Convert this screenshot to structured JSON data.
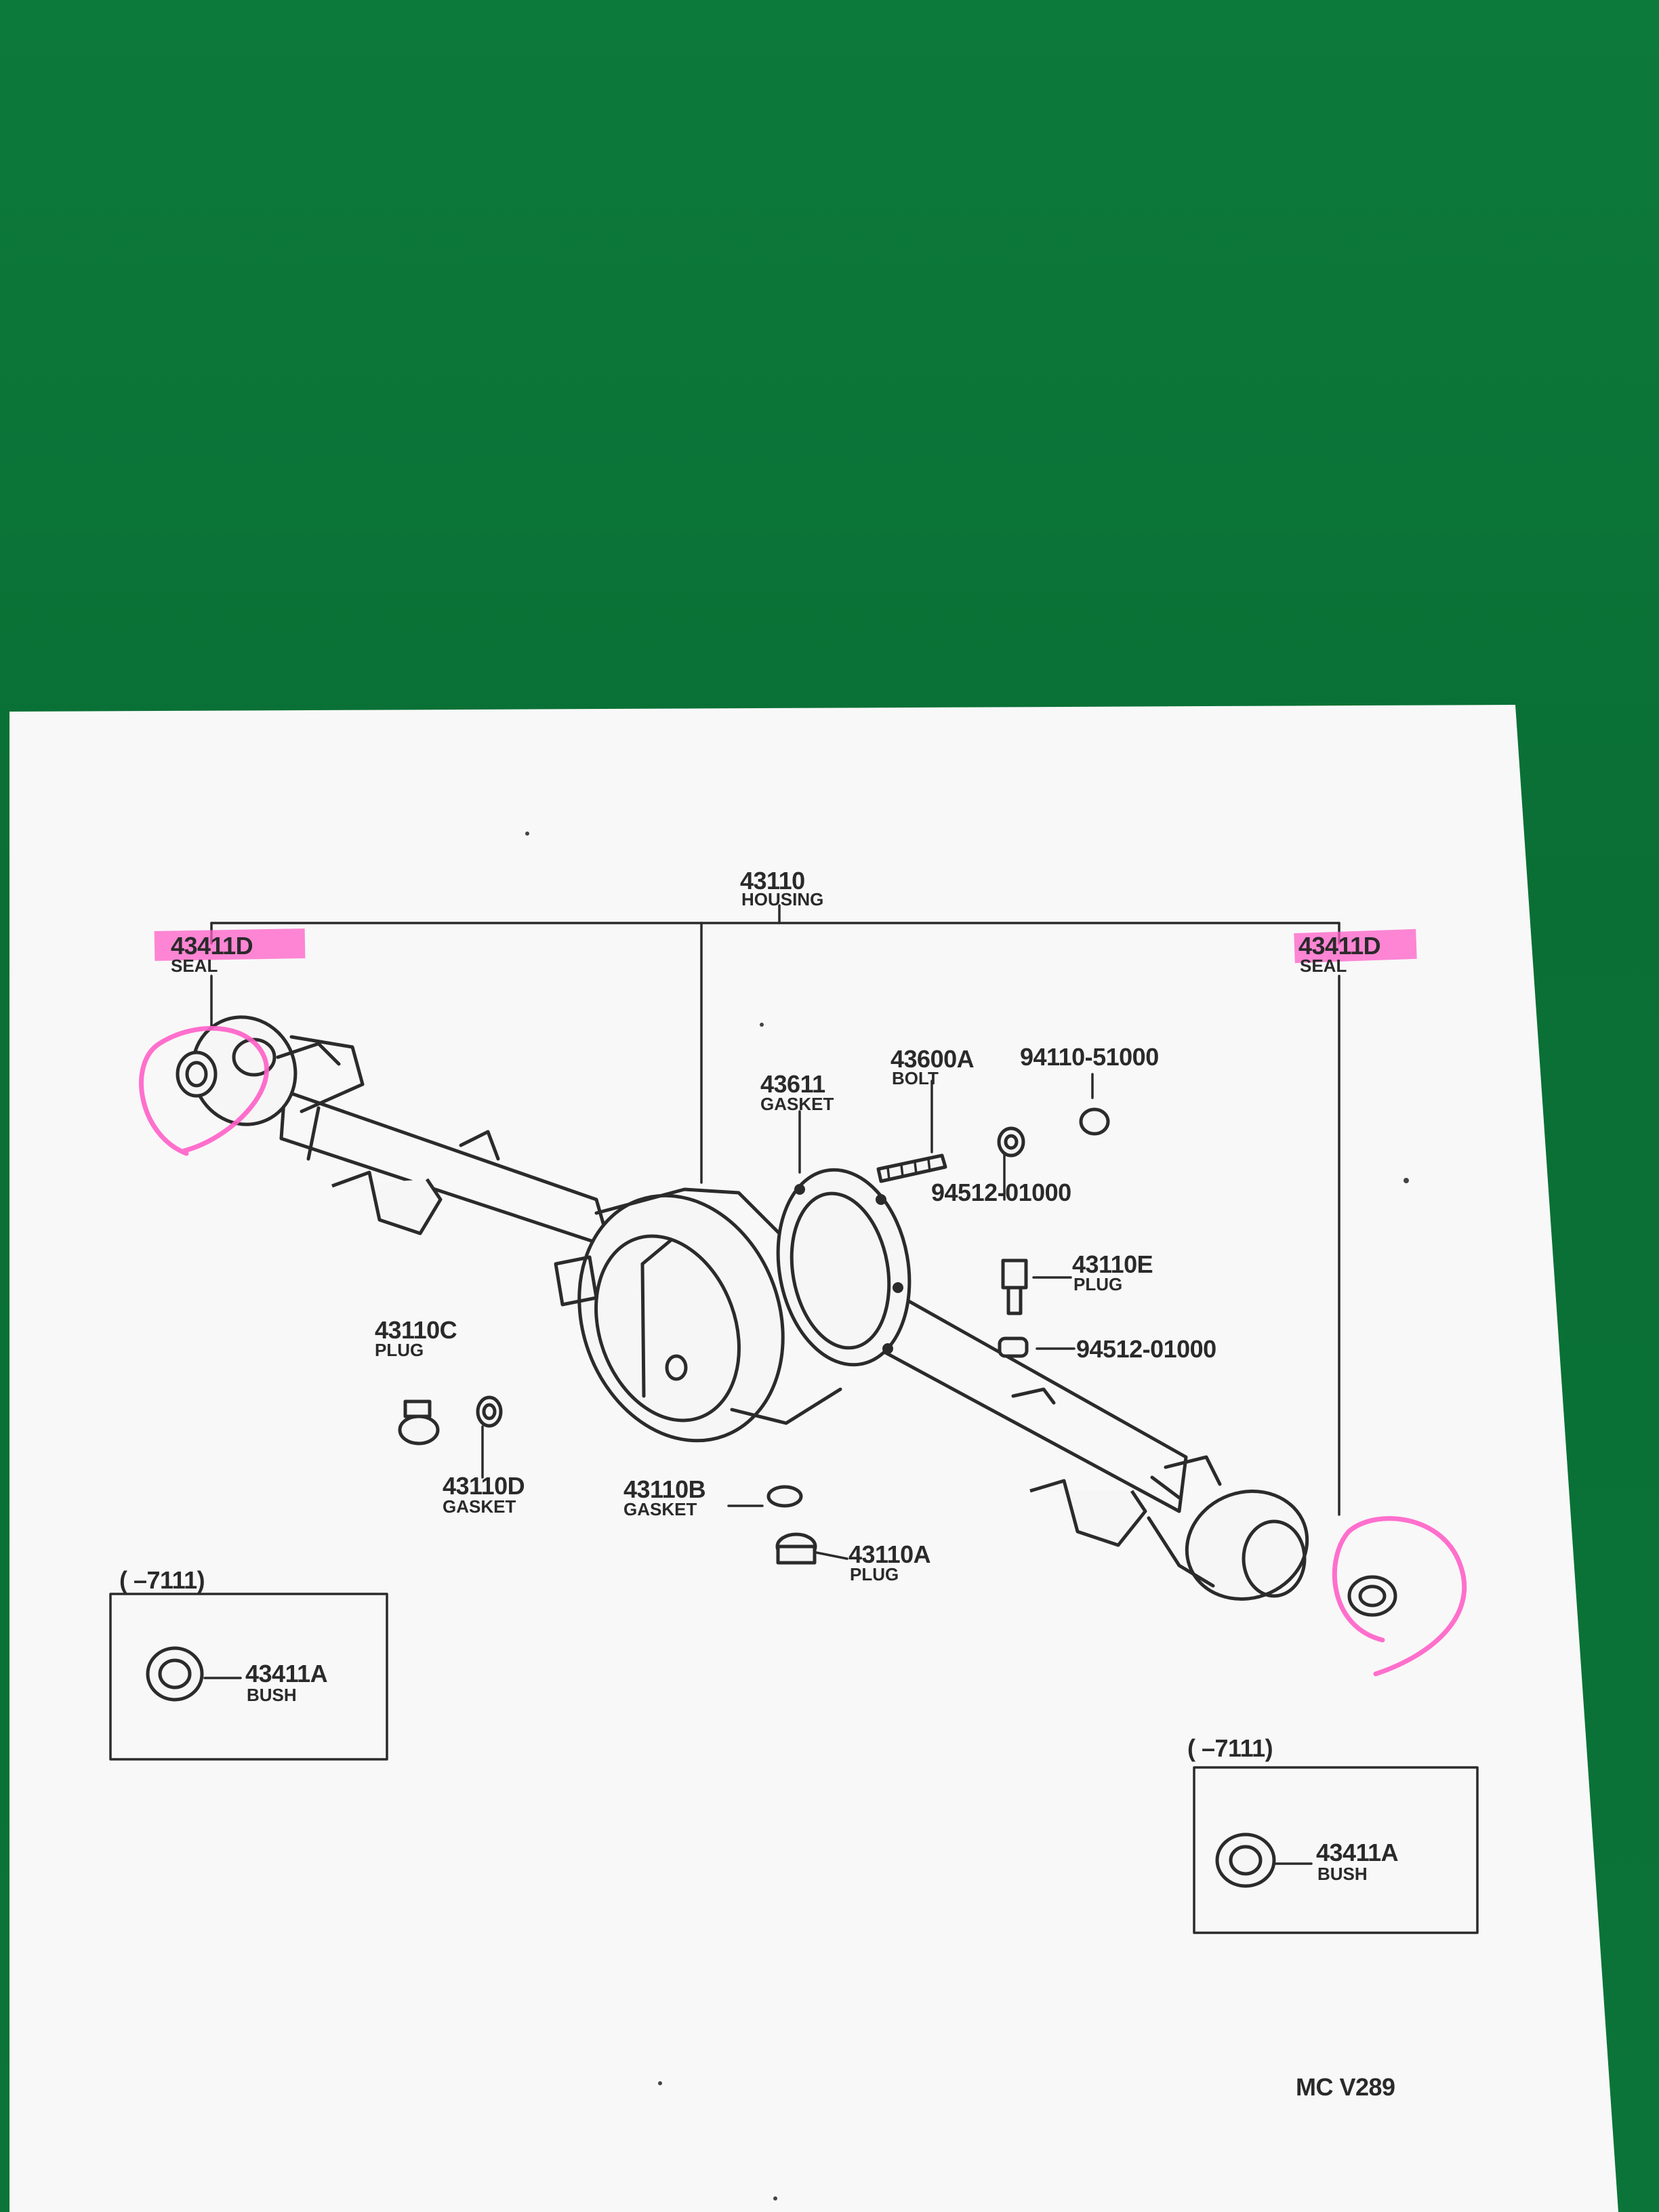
{
  "housing": {
    "code": "43110",
    "name": "HOUSING"
  },
  "seal_left": {
    "code": "43411D",
    "name": "SEAL"
  },
  "seal_right": {
    "code": "43411D",
    "name": "SEAL"
  },
  "gasket_43611": {
    "code": "43611",
    "name": "GASKET"
  },
  "bolt_43600A": {
    "code": "43600A",
    "name": "BOLT"
  },
  "part_94110": {
    "code": "94110-51000"
  },
  "part_94512_a": {
    "code": "94512-01000"
  },
  "plug_43110E": {
    "code": "43110E",
    "name": "PLUG"
  },
  "part_94512_b": {
    "code": "94512-01000"
  },
  "plug_43110C": {
    "code": "43110C",
    "name": "PLUG"
  },
  "gasket_43110D": {
    "code": "43110D",
    "name": "GASKET"
  },
  "gasket_43110B": {
    "code": "43110B",
    "name": "GASKET"
  },
  "plug_43110A": {
    "code": "43110A",
    "name": "PLUG"
  },
  "inset_left": {
    "range": "(      –7111)",
    "code": "43411A",
    "name": "BUSH"
  },
  "inset_right": {
    "range": "(      –7111)",
    "code": "43411A",
    "name": "BUSH"
  },
  "footer": {
    "ref": "MC  V289"
  },
  "colors": {
    "background": "#0b7438",
    "paper": "#f8f8f8",
    "highlight": "#ff5fc8",
    "ink": "#2b2b2b"
  }
}
